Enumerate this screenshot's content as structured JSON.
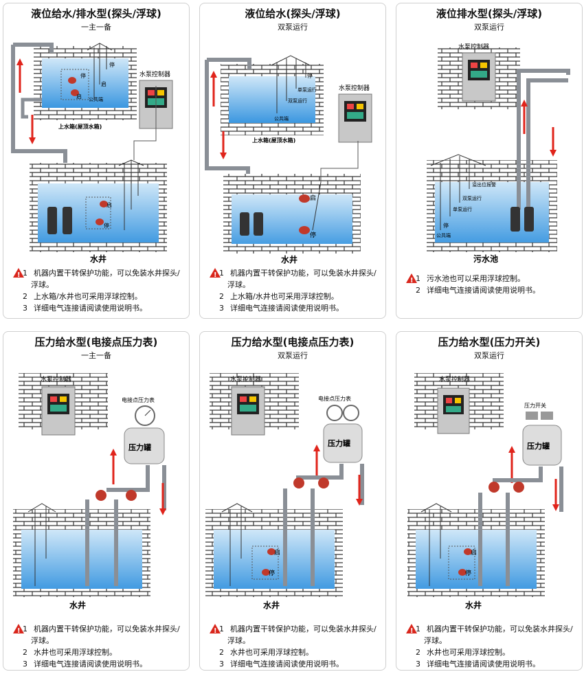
{
  "panels": [
    {
      "title": "液位给水/排水型(探头/浮球)",
      "subtitle": "一主一备",
      "labels": {
        "controller": "水泵控制器",
        "upper_tank": "上水箱(屋顶水箱)",
        "well": "水井",
        "stop": "停",
        "start": "启",
        "probe_stop": "停",
        "probe_start": "启",
        "probe_common": "公共端"
      },
      "notes": [
        {
          "num": "1",
          "text": "机器内置干转保护功能，可以免装水井探头/浮球。"
        },
        {
          "num": "2",
          "text": "上水箱/水井也可采用浮球控制。"
        },
        {
          "num": "3",
          "text": "详细电气连接请阅读使用说明书。"
        }
      ]
    },
    {
      "title": "液位给水(探头/浮球)",
      "subtitle": "双泵运行",
      "labels": {
        "controller": "水泵控制器",
        "upper_tank": "上水箱(屋顶水箱)",
        "well": "水井",
        "start": "启",
        "stop": "停",
        "probe_single": "单泵运行",
        "probe_double": "双泵运行",
        "probe_common": "公共端",
        "probe_stop": "停"
      },
      "notes": [
        {
          "num": "1",
          "text": "机器内置干转保护功能，可以免装水井探头/浮球。"
        },
        {
          "num": "2",
          "text": "上水箱/水井也可采用浮球控制。"
        },
        {
          "num": "3",
          "text": "详细电气连接请阅读使用说明书。"
        }
      ]
    },
    {
      "title": "液位排水型(探头/浮球)",
      "subtitle": "双泵运行",
      "labels": {
        "controller": "水泵控制器",
        "pool": "污水池",
        "overflow": "溢出位报警",
        "double": "双泵运行",
        "single": "单泵运行",
        "stop": "停",
        "common": "公共端"
      },
      "notes": [
        {
          "num": "1",
          "text": "污水池也可以采用浮球控制。"
        },
        {
          "num": "2",
          "text": "详细电气连接请阅读使用说明书。"
        }
      ]
    },
    {
      "title": "压力给水型(电接点压力表)",
      "subtitle": "一主一备",
      "labels": {
        "controller": "水泵控制器",
        "gauge": "电接点压力表",
        "tank": "压力罐",
        "well": "水井"
      },
      "notes": [
        {
          "num": "1",
          "text": "机器内置干转保护功能，可以免装水井探头/浮球。"
        },
        {
          "num": "2",
          "text": "水井也可采用浮球控制。"
        },
        {
          "num": "3",
          "text": "详细电气连接请阅读使用说明书。"
        }
      ]
    },
    {
      "title": "压力给水型(电接点压力表)",
      "subtitle": "双泵运行",
      "labels": {
        "controller": "水泵控制器",
        "gauge": "电接点压力表",
        "tank": "压力罐",
        "well": "水井",
        "start": "启",
        "stop": "停"
      },
      "notes": [
        {
          "num": "1",
          "text": "机器内置干转保护功能，可以免装水井探头/浮球。"
        },
        {
          "num": "2",
          "text": "水井也可采用浮球控制。"
        },
        {
          "num": "3",
          "text": "详细电气连接请阅读使用说明书。"
        }
      ]
    },
    {
      "title": "压力给水型(压力开关)",
      "subtitle": "双泵运行",
      "labels": {
        "controller": "水泵控制器",
        "switch": "压力开关",
        "tank": "压力罐",
        "well": "水井",
        "start": "启",
        "stop": "停"
      },
      "notes": [
        {
          "num": "1",
          "text": "机器内置干转保护功能，可以免装水井探头/浮球。"
        },
        {
          "num": "2",
          "text": "水井也可采用浮球控制。"
        },
        {
          "num": "3",
          "text": "详细电气连接请阅读使用说明书。"
        }
      ]
    }
  ],
  "colors": {
    "water": "#a9d3f2",
    "water_deep": "#4aa3e6",
    "brick": "#ffffff",
    "brick_line": "#333333",
    "pipe": "#8a8f96",
    "arrow": "#e0241b",
    "panel_box": "#c8c8c8",
    "float": "#c0392b"
  }
}
